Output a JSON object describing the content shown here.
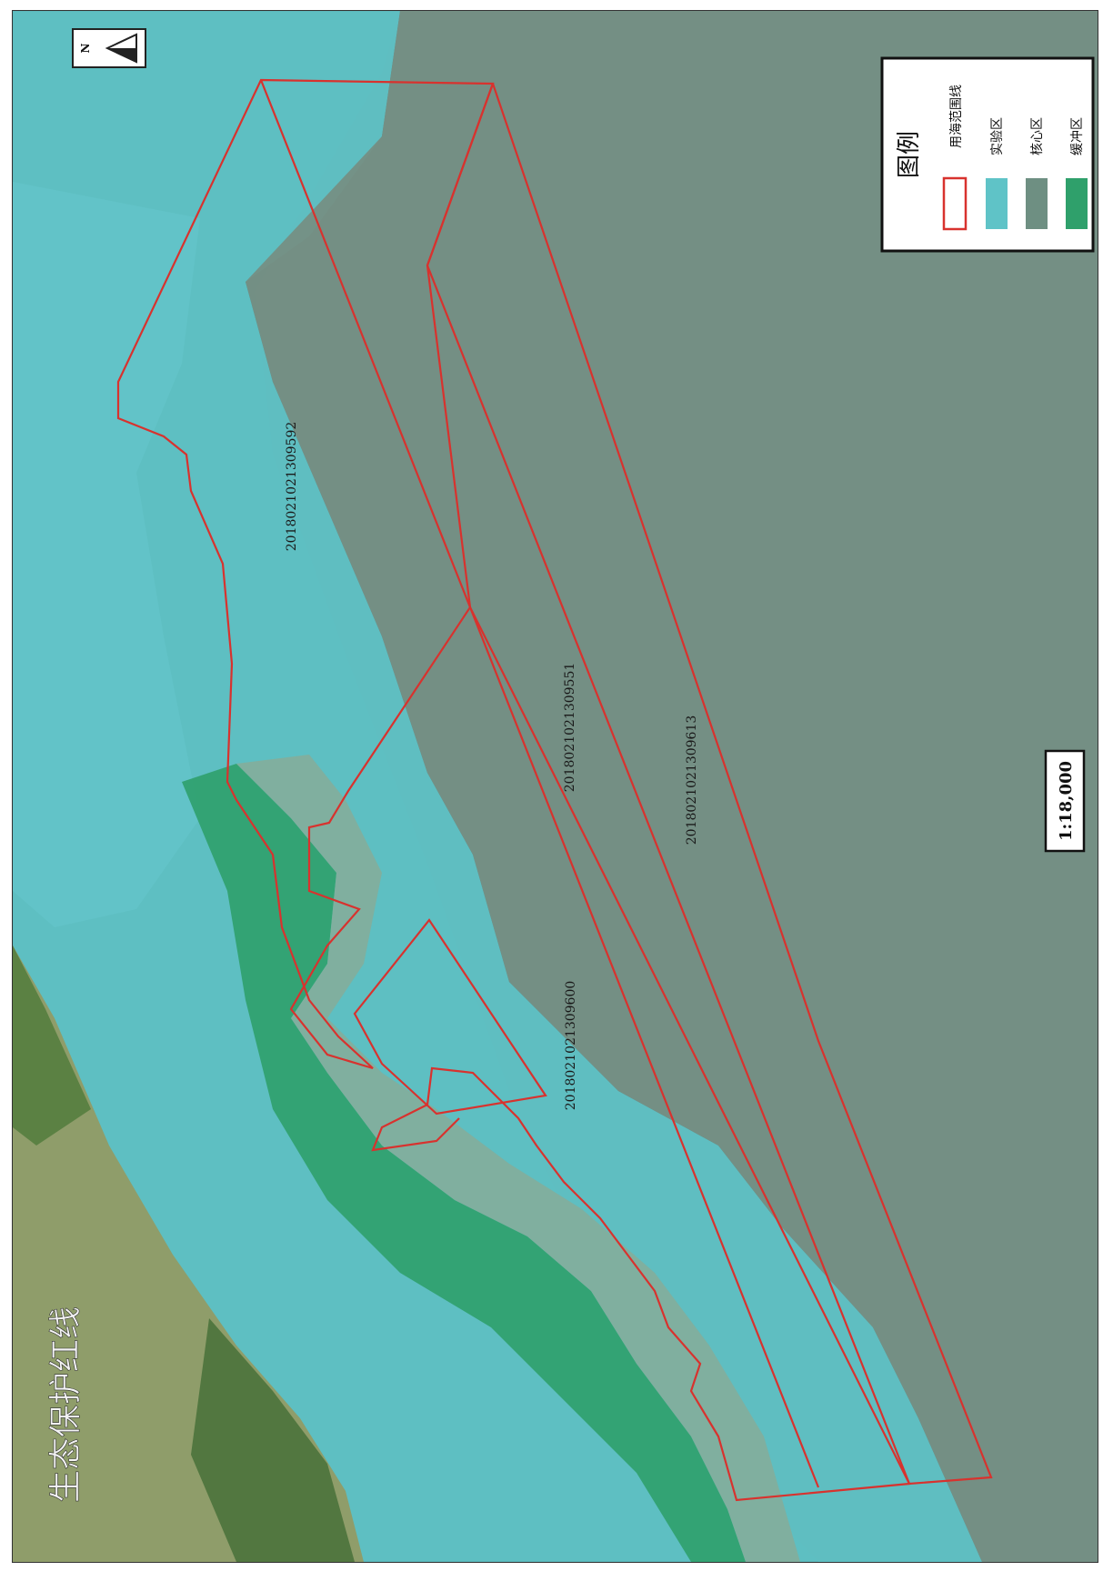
{
  "map": {
    "title": "生态保护红线",
    "scale": "1:18,000",
    "north_label": "N",
    "legend": {
      "title": "图例",
      "items": [
        {
          "label": "用海范围线",
          "swatch": "outline",
          "color": "#d8322e"
        },
        {
          "label": "实验区",
          "swatch": "fill",
          "color": "#5fc3c7"
        },
        {
          "label": "核心区",
          "swatch": "fill",
          "color": "#6e8f82"
        },
        {
          "label": "缓冲区",
          "swatch": "fill",
          "color": "#2fa06b"
        }
      ]
    },
    "parcels": [
      {
        "id": "2018021021309592"
      },
      {
        "id": "2018021021309551"
      },
      {
        "id": "2018021021309613"
      },
      {
        "id": "2018021021309600"
      }
    ],
    "colors": {
      "boundary": "#d8322e",
      "sea": "#4e8c8e",
      "experimental": "#5fc3c7",
      "core": "#6e8f82",
      "buffer": "#2fa06b",
      "land": "#8f9d6a"
    }
  }
}
